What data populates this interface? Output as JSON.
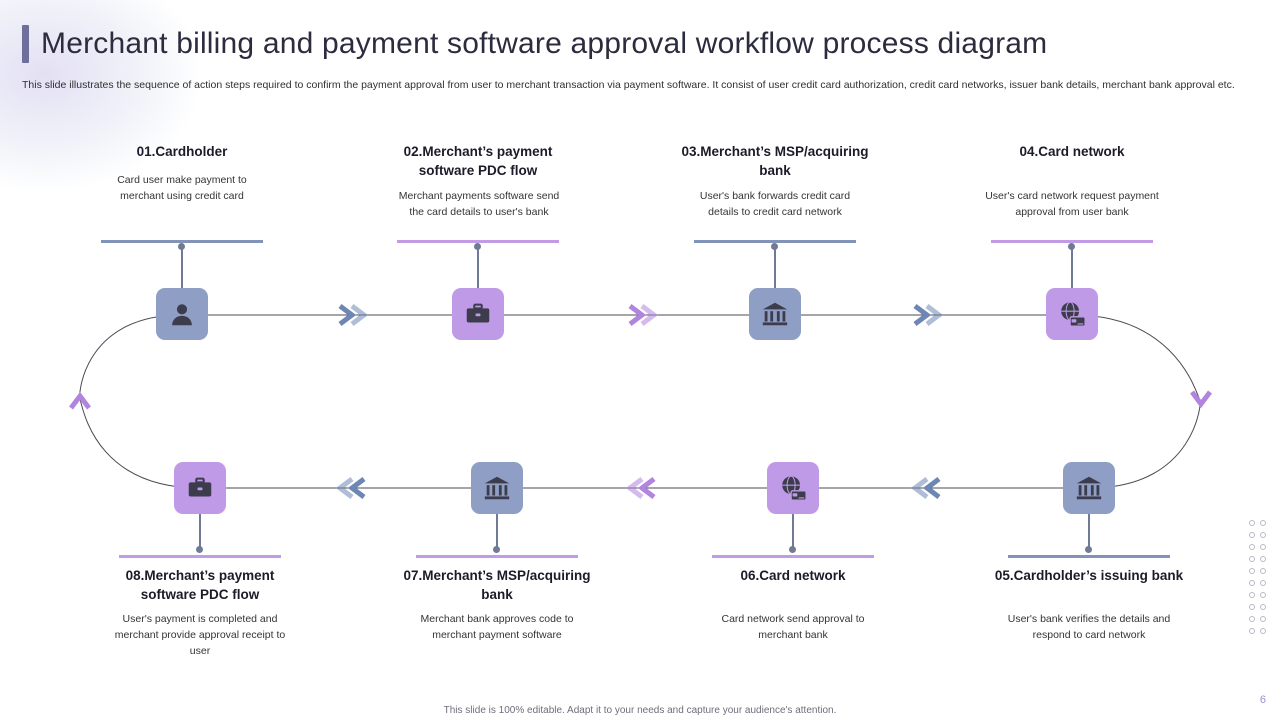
{
  "slide": {
    "title": "Merchant billing and payment software approval workflow process diagram",
    "subtitle": "This slide illustrates the sequence of action steps required to confirm the payment approval from user to merchant transaction via payment software. It consist of user credit card authorization, credit card networks, issuer bank details, merchant bank approval etc.",
    "footer": "This slide is 100% editable. Adapt it to your needs and capture your audience's attention.",
    "page_number": "6"
  },
  "colors": {
    "blue_node": "#8e9ec4",
    "purple_node": "#bf9ae6",
    "blue_bar": "#8194b8",
    "purple_bar": "#c39ae6",
    "title_accent": "#6f6f9e",
    "arrow_blue": "#6d86b4",
    "arrow_purple": "#b184de"
  },
  "steps": [
    {
      "id": "step-01",
      "caption": "01.Cardholder",
      "description": "Card user make payment to merchant using credit card",
      "icon": "user-icon",
      "node_color": "blue",
      "bar_color": "blue"
    },
    {
      "id": "step-02",
      "caption": "02.Merchant’s payment software PDC flow",
      "description": "Merchant payments software send the card details to user's bank",
      "icon": "briefcase-icon",
      "node_color": "purple",
      "bar_color": "purple"
    },
    {
      "id": "step-03",
      "caption": "03.Merchant’s MSP/acquiring bank",
      "description": "User's bank forwards credit card details to credit card network",
      "icon": "bank-icon",
      "node_color": "blue",
      "bar_color": "blue"
    },
    {
      "id": "step-04",
      "caption": "04.Card network",
      "description": "User's card network request payment approval from user bank",
      "icon": "globe-card-icon",
      "node_color": "purple",
      "bar_color": "purple"
    },
    {
      "id": "step-05",
      "caption": "05.Cardholder’s issuing bank",
      "description": "User's bank verifies the details and respond to card network",
      "icon": "bank-icon",
      "node_color": "blue",
      "bar_color": "blue"
    },
    {
      "id": "step-06",
      "caption": "06.Card network",
      "description": "Card network send approval to merchant bank",
      "icon": "globe-card-icon",
      "node_color": "purple",
      "bar_color": "purple"
    },
    {
      "id": "step-07",
      "caption": "07.Merchant’s MSP/acquiring bank",
      "description": "Merchant bank approves code to merchant payment software",
      "icon": "bank-icon",
      "node_color": "blue",
      "bar_color": "purple"
    },
    {
      "id": "step-08",
      "caption": "08.Merchant’s payment software PDC flow",
      "description": "User's payment is completed and merchant provide approval receipt to user",
      "icon": "briefcase-icon",
      "node_color": "purple",
      "bar_color": "purple"
    }
  ]
}
